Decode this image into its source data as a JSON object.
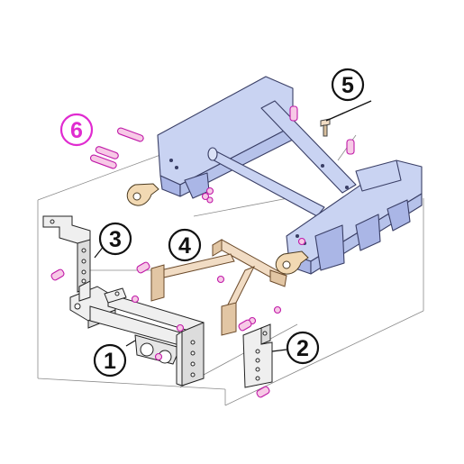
{
  "colors": {
    "frame_fill": "#c9d3f2",
    "frame_fill_dark": "#aab6e6",
    "frame_stroke": "#3a3f66",
    "bracket_fill": "#efefef",
    "crossmember_fill": "#f1dcc4",
    "hardware_fill": "#f7c9e6",
    "hardware_stroke": "#c01aa8",
    "hook_fill": "#f2d9b3",
    "callout_stroke": "#111111",
    "callout_six": "#e02bd0",
    "guide_line": "#777777"
  },
  "callouts": [
    {
      "id": "1",
      "text": "1"
    },
    {
      "id": "2",
      "text": "2"
    },
    {
      "id": "3",
      "text": "3"
    },
    {
      "id": "4",
      "text": "4"
    },
    {
      "id": "5",
      "text": "5"
    },
    {
      "id": "6",
      "text": "6"
    }
  ]
}
